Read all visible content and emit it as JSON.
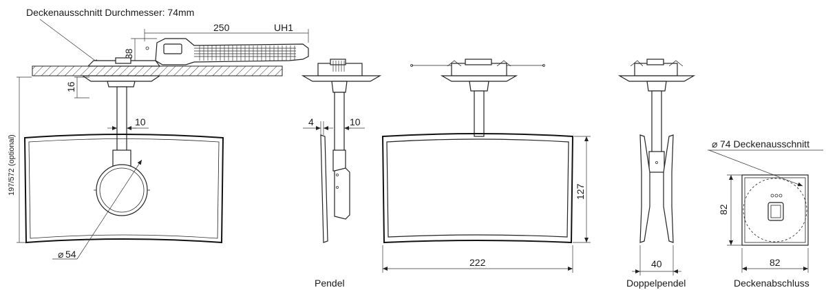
{
  "labels": {
    "cutout_note": "Deckenausschnitt Durchmesser: 74mm",
    "dim_250": "250",
    "uh1": "UH1",
    "dim_38": "38",
    "dim_16": "16",
    "dim_height": "197/572 (optional)",
    "dim_10_a": "10",
    "dim_diam_54": "54",
    "dim_4": "4",
    "dim_10_b": "10",
    "dim_127": "127",
    "dim_222": "222",
    "dim_40": "40",
    "dim_cutout_74": "74 Deckenausschnitt",
    "dim_82_v": "82",
    "dim_82_h": "82",
    "diam_symbol": "⌀"
  },
  "captions": {
    "pendel": "Pendel",
    "doppelpendel": "Doppelpendel",
    "deckenabschluss": "Deckenabschluss"
  },
  "colors": {
    "line": "#222222",
    "background": "#ffffff"
  }
}
